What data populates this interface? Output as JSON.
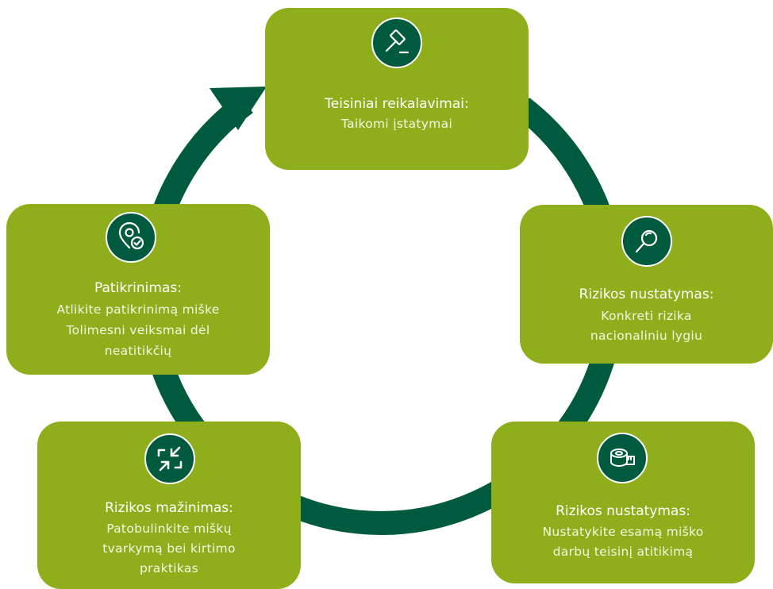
{
  "colors": {
    "box": "#8fae1b",
    "arrow": "#005b3e",
    "icon_bg": "#005b3e",
    "text": "#ffffff"
  },
  "steps": [
    {
      "icon": "gavel-icon",
      "title": "Teisiniai reikalavimai:",
      "lines": [
        "Taikomi įstatymai"
      ]
    },
    {
      "icon": "magnifier-icon",
      "title": "Rizikos nustatymas:",
      "lines": [
        "Konkreti rizika",
        "nacionaliniu lygiu"
      ]
    },
    {
      "icon": "measuring-tape-icon",
      "title": "Rizikos nustatymas:",
      "lines": [
        "Nustatykite esamą miško",
        "darbų teisinį atitikimą"
      ]
    },
    {
      "icon": "collapse-arrows-icon",
      "title": "Rizikos mažinimas:",
      "lines": [
        "Patobulinkite miškų",
        "tvarkymą bei kirtimo",
        "praktikas"
      ]
    },
    {
      "icon": "location-check-icon",
      "title": "Patikrinimas:",
      "lines": [
        "Atlikite patikrinimą miške",
        "Tolimesni veiksmai dėl",
        "neatitikčių"
      ]
    }
  ]
}
